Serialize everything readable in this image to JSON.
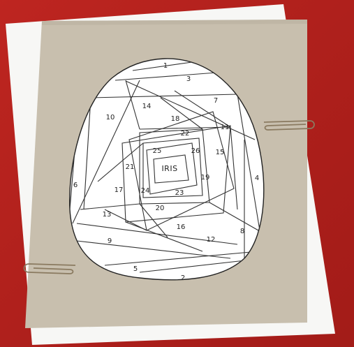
{
  "center_label": "IRIS",
  "section_numbers": [
    "1",
    "2",
    "3",
    "4",
    "5",
    "6",
    "7",
    "8",
    "9",
    "10",
    "11",
    "12",
    "13",
    "14",
    "15",
    "16",
    "17",
    "18",
    "19",
    "20",
    "21",
    "22",
    "23",
    "24",
    "25",
    "26"
  ],
  "colors": {
    "table": "#b6201c",
    "white_paper": "#f7f7f5",
    "card": "#c8bfae",
    "pattern_paper": "#ffffff",
    "lines": "#333333",
    "paperclip": "#8a7a60"
  }
}
